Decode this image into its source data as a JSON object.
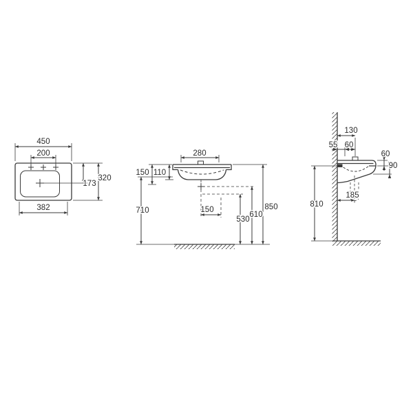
{
  "page": {
    "background": "#ffffff",
    "line_color": "#3a3a3a",
    "text_color": "#2b2b2b"
  },
  "views": {
    "plan": {
      "dims": {
        "overall_width": "450",
        "tap_hole_spacing": "200",
        "overall_depth": "320",
        "drain_setback": "173",
        "basin_width": "382"
      }
    },
    "front": {
      "dims": {
        "bowl_width": "280",
        "depth_150": "150",
        "depth_110": "110",
        "underside_height": "710",
        "trap_offset": "150",
        "trap_height": "530",
        "outlet_height": "610",
        "rim_height": "850"
      }
    },
    "side": {
      "dims": {
        "tap_to_wall": "130",
        "wall_55": "55",
        "wall_60": "60",
        "rim_drop_60": "60",
        "apron_90": "90",
        "drain_to_wall": "185",
        "fixing_height": "810"
      }
    }
  }
}
